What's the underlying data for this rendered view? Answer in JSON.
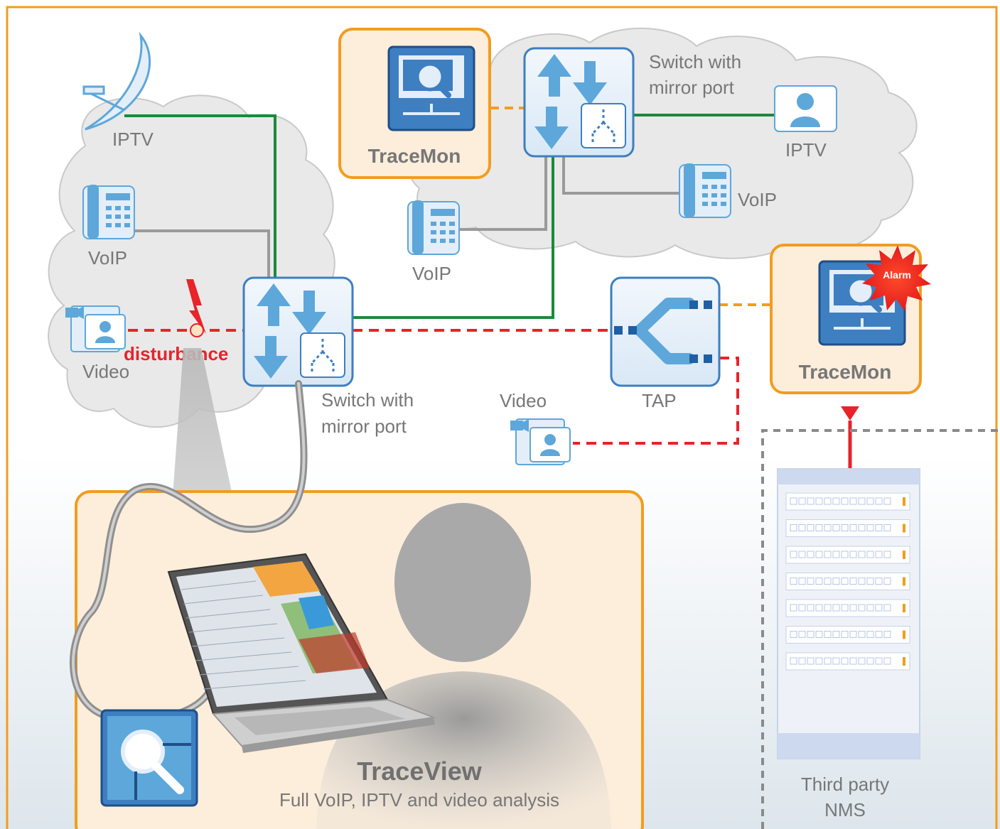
{
  "colors": {
    "frame_orange": "#f39c1f",
    "box_fill": "#fdeedb",
    "cloud_fill": "#e9e9e9",
    "link_green": "#1a8a3c",
    "link_gray": "#9a9a9a",
    "disturbance_red": "#e8232a",
    "mirror_orange": "#f39c1f",
    "device_blue": "#3d7fc1",
    "device_fill": "#e3eef9",
    "icon_blue": "#5da7da"
  },
  "labels": {
    "iptv_left": "IPTV",
    "voip_left": "VoIP",
    "video_left": "Video",
    "disturbance": "disturbance",
    "switch_main_line1": "Switch with",
    "switch_main_line2": "mirror port",
    "tracemon_top": "TraceMon",
    "switch_top_line1": "Switch with",
    "switch_top_line2": "mirror port",
    "iptv_right": "IPTV",
    "voip_right": "VoIP",
    "voip_mid": "VoIP",
    "video_mid": "Video",
    "tap": "TAP",
    "tracemon_right": "TraceMon",
    "alarm": "Alarm",
    "nms_line1": "Third party",
    "nms_line2": "NMS",
    "traceview_title": "TraceView",
    "traceview_subtitle": "Full VoIP, IPTV and video analysis"
  },
  "icons": {
    "satellite": "satellite-dish-icon",
    "phone": "desk-phone-icon",
    "video": "video-camera-icon",
    "user": "user-icon",
    "switch": "switch-arrows-icon",
    "monitor": "monitor-magnifier-icon",
    "alarm": "alarm-burst-icon",
    "lightning": "lightning-icon",
    "laptop": "laptop-icon",
    "person": "person-silhouette-icon",
    "server": "server-rack-icon"
  }
}
